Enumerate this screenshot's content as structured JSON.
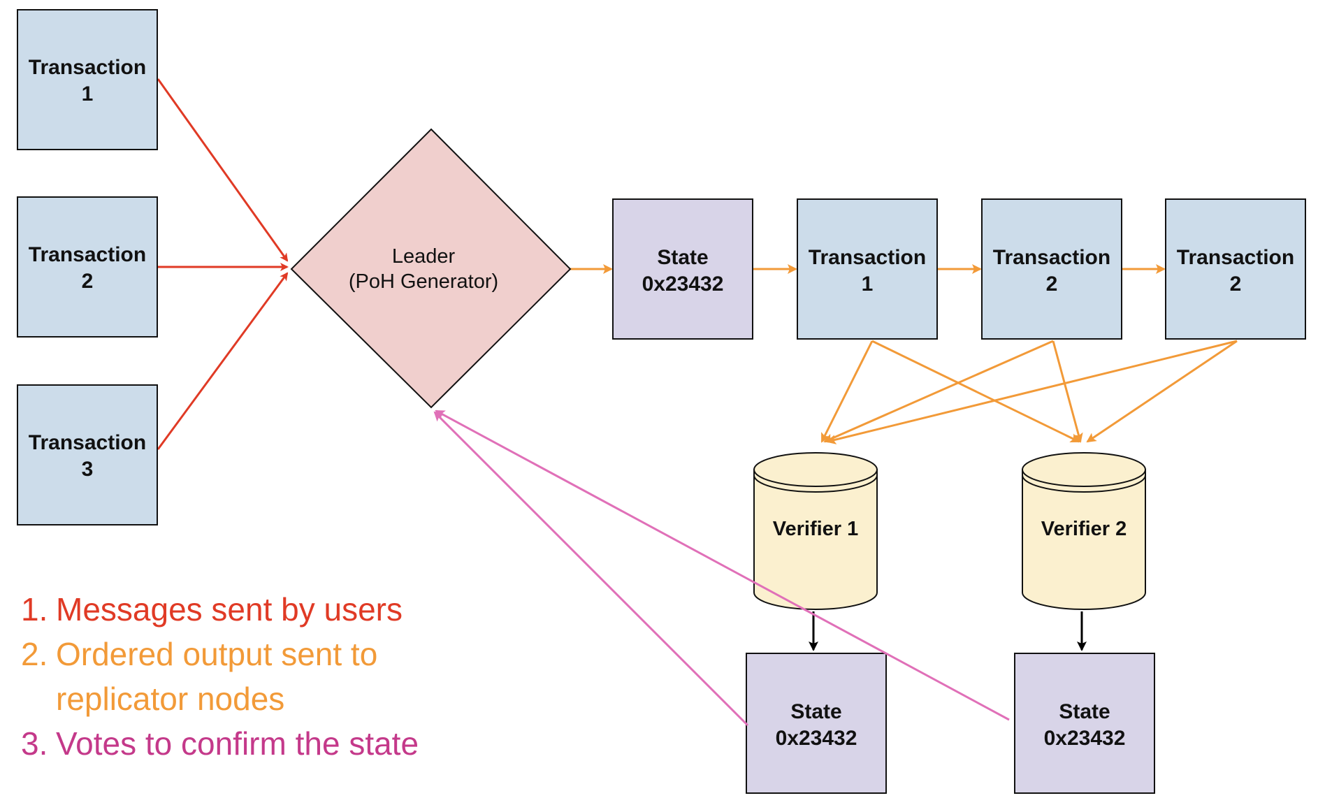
{
  "colors": {
    "users": "#e03a25",
    "ordered": "#f29a38",
    "votes": "#e070b8",
    "votes_text": "#c4398a",
    "tx_fill": "#ccdcea",
    "state_fill": "#d8d4e8",
    "leader_fill": "#f0cfcd",
    "verifier_fill": "#fbf0cf"
  },
  "inputs": [
    {
      "line1": "Transaction",
      "line2": "1"
    },
    {
      "line1": "Transaction",
      "line2": "2"
    },
    {
      "line1": "Transaction",
      "line2": "3"
    }
  ],
  "leader": {
    "line1": "Leader",
    "line2": "(PoH Generator)"
  },
  "chain": {
    "state": {
      "line1": "State",
      "line2": "0x23432"
    },
    "transactions": [
      {
        "line1": "Transaction",
        "line2": "1"
      },
      {
        "line1": "Transaction",
        "line2": "2"
      },
      {
        "line1": "Transaction",
        "line2": "2"
      }
    ]
  },
  "verifiers": [
    {
      "label": "Verifier 1",
      "state": {
        "line1": "State",
        "line2": "0x23432"
      }
    },
    {
      "label": "Verifier 2",
      "state": {
        "line1": "State",
        "line2": "0x23432"
      }
    }
  ],
  "legend": [
    {
      "number": "1.",
      "text": "Messages sent by users",
      "color": "#e03a25"
    },
    {
      "number": "2.",
      "text": "Ordered output sent to replicator nodes",
      "color": "#f29a38"
    },
    {
      "number": "3.",
      "text": "Votes to confirm the state",
      "color": "#c4398a"
    }
  ]
}
